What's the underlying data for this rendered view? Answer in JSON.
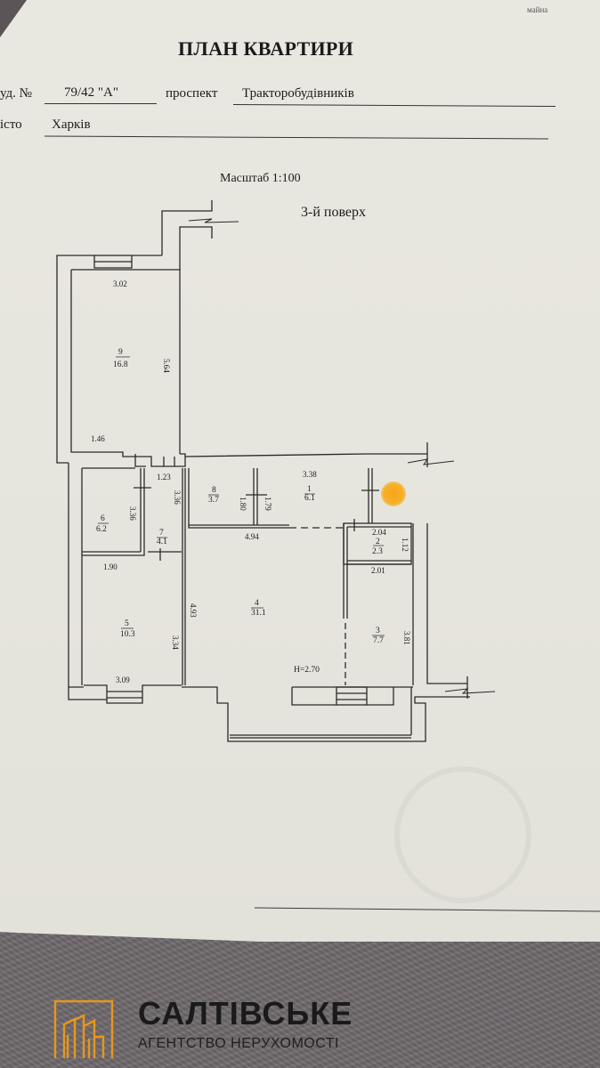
{
  "document": {
    "corner_note": "майна",
    "title": "ПЛАН КВАРТИРИ",
    "building_label": "уд. №",
    "building_number": "79/42 \"А\"",
    "street_type": "проспект",
    "street_name": "Тракторобудівників",
    "city_label": "істо",
    "city_name": "Харків",
    "scale": "Масштаб 1:100",
    "floor": "3-й поверх"
  },
  "floor_plan": {
    "ceiling_height": "H=2.70",
    "rooms": [
      {
        "number": "1",
        "area": "6.1",
        "dims": [
          "3.38"
        ]
      },
      {
        "number": "2",
        "area": "2.3",
        "dims": [
          "2.04",
          "1.12"
        ]
      },
      {
        "number": "3",
        "area": "7.7",
        "dims": [
          "2.01",
          "3.81"
        ]
      },
      {
        "number": "4",
        "area": "31.1",
        "dims": [
          "4.94",
          "4.93"
        ]
      },
      {
        "number": "5",
        "area": "10.3",
        "dims": [
          "3.09",
          "3.34"
        ]
      },
      {
        "number": "6",
        "area": "6.2",
        "dims": [
          "1.90",
          "3.36"
        ]
      },
      {
        "number": "7",
        "area": "4.1",
        "dims": [
          "1.23",
          "3.36"
        ]
      },
      {
        "number": "8",
        "area": "3.7",
        "dims": [
          "1.80",
          "1.79"
        ]
      },
      {
        "number": "9",
        "area": "16.8",
        "dims": [
          "3.02",
          "5.64",
          "1.46"
        ]
      }
    ]
  },
  "marker": {
    "color": "#f6a81f"
  },
  "branding": {
    "name": "САЛТІВСЬКЕ",
    "subtitle": "АГЕНТСТВО НЕРУХОМОСТІ",
    "accent_color": "#e8961c"
  }
}
